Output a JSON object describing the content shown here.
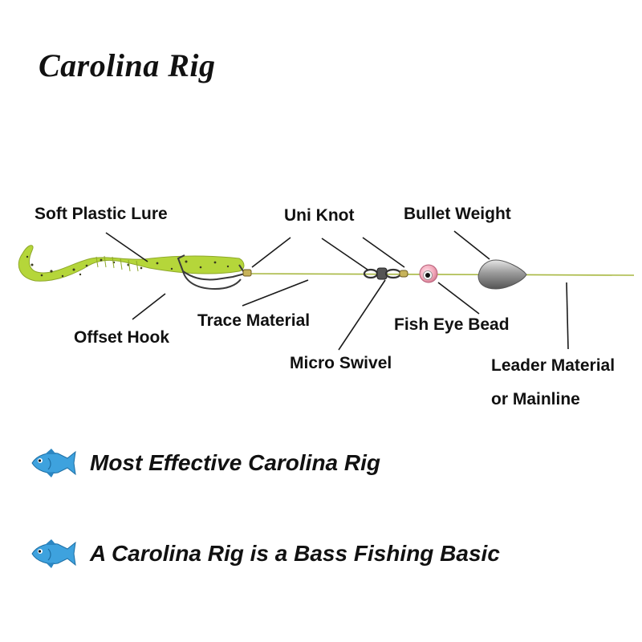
{
  "title": "Carolina Rig",
  "labels": {
    "soft_plastic_lure": "Soft Plastic Lure",
    "uni_knot": "Uni Knot",
    "bullet_weight": "Bullet Weight",
    "offset_hook": "Offset Hook",
    "trace_material": "Trace Material",
    "fish_eye_bead": "Fish Eye Bead",
    "micro_swivel": "Micro Swivel",
    "leader_line1": "Leader Material",
    "leader_line2": "or Mainline"
  },
  "taglines": [
    "Most Effective Carolina Rig",
    "A Carolina Rig is a Bass Fishing Basic"
  ],
  "colors": {
    "line": "#a8b842",
    "lure": "#b5d63a",
    "bead": "#f2a6b8",
    "weight": "#9a9a9a",
    "fish": "#3ea2de"
  },
  "icons": [
    "fish-icon",
    "fish-icon"
  ]
}
